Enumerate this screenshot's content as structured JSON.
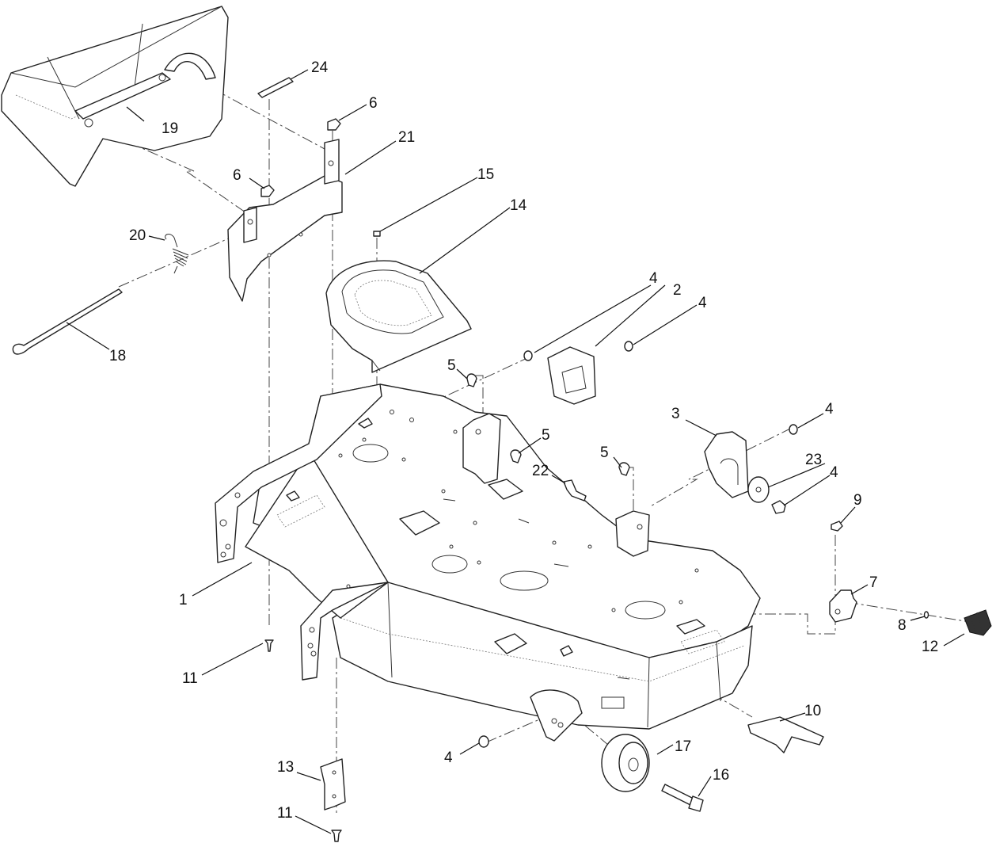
{
  "callouts": {
    "c1": "1",
    "c2": "2",
    "c3": "3",
    "c4": "4",
    "c5": "5",
    "c6": "6",
    "c7": "7",
    "c8": "8",
    "c9": "9",
    "c10": "10",
    "c11": "11",
    "c12": "12",
    "c13": "13",
    "c14": "14",
    "c15": "15",
    "c16": "16",
    "c17": "17",
    "c18": "18",
    "c19": "19",
    "c20": "20",
    "c21": "21",
    "c22": "22",
    "c23": "23",
    "c24": "24"
  }
}
